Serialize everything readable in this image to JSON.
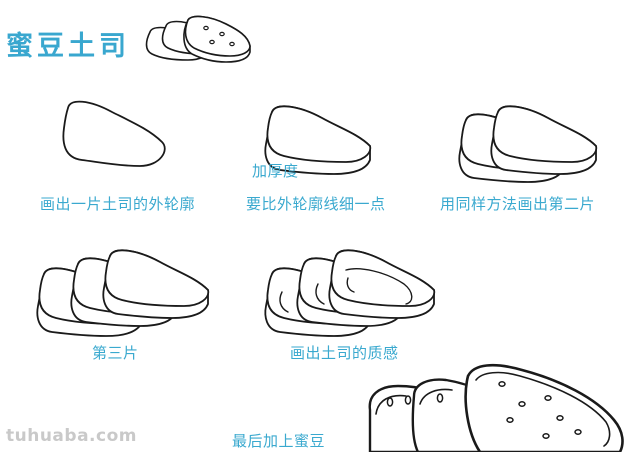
{
  "title": "蜜豆土司",
  "steps": {
    "step1": "画出一片土司的外轮廓",
    "step2_note": "加厚度",
    "step2": "要比外轮廓线细一点",
    "step3": "用同样方法画出第二片",
    "step4": "第三片",
    "step5": "画出土司的质感",
    "step6": "最后加上蜜豆"
  },
  "watermark": "tuhuaba.com",
  "colors": {
    "label": "#3aa9cf",
    "line": "#1a1a1a",
    "watermark": "#c9c9c9"
  }
}
